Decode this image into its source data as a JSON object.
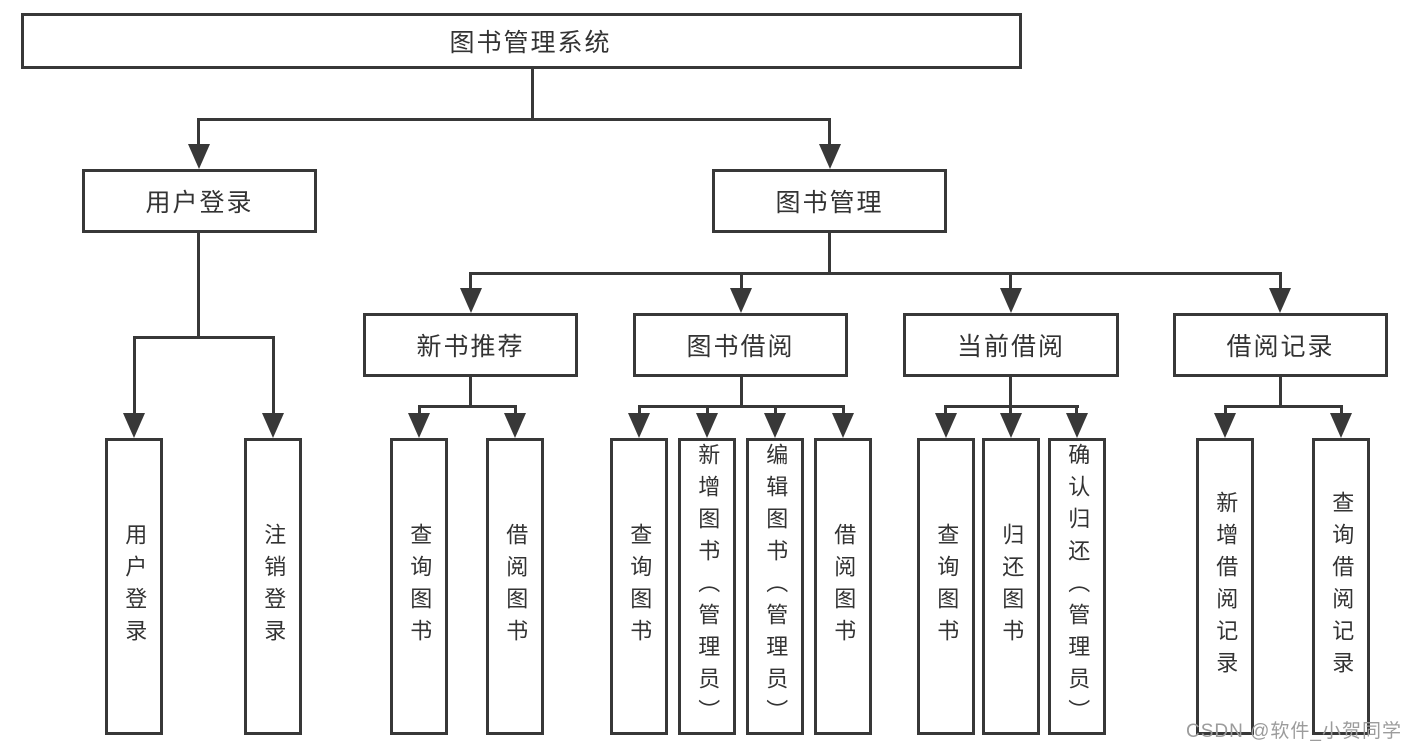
{
  "diagram": {
    "root": {
      "label": "图书管理系统",
      "children": [
        {
          "label": "用户登录",
          "children": [
            {
              "label": "用户登录"
            },
            {
              "label": "注销登录"
            }
          ]
        },
        {
          "label": "图书管理",
          "children": [
            {
              "label": "新书推荐",
              "children": [
                {
                  "label": "查询图书"
                },
                {
                  "label": "借阅图书"
                }
              ]
            },
            {
              "label": "图书借阅",
              "children": [
                {
                  "label": "查询图书"
                },
                {
                  "label": "新增图书（管理员）"
                },
                {
                  "label": "编辑图书（管理员）"
                },
                {
                  "label": "借阅图书"
                }
              ]
            },
            {
              "label": "当前借阅",
              "children": [
                {
                  "label": "查询图书"
                },
                {
                  "label": "归还图书"
                },
                {
                  "label": "确认归还（管理员）"
                }
              ]
            },
            {
              "label": "借阅记录",
              "children": [
                {
                  "label": "新增借阅记录"
                },
                {
                  "label": "查询借阅记录"
                }
              ]
            }
          ]
        }
      ]
    }
  },
  "watermark": "CSDN @软件_小贺同学",
  "colors": {
    "line": "#383838",
    "text": "#333333",
    "watermark": "#9c9c9c",
    "background": "#ffffff"
  }
}
